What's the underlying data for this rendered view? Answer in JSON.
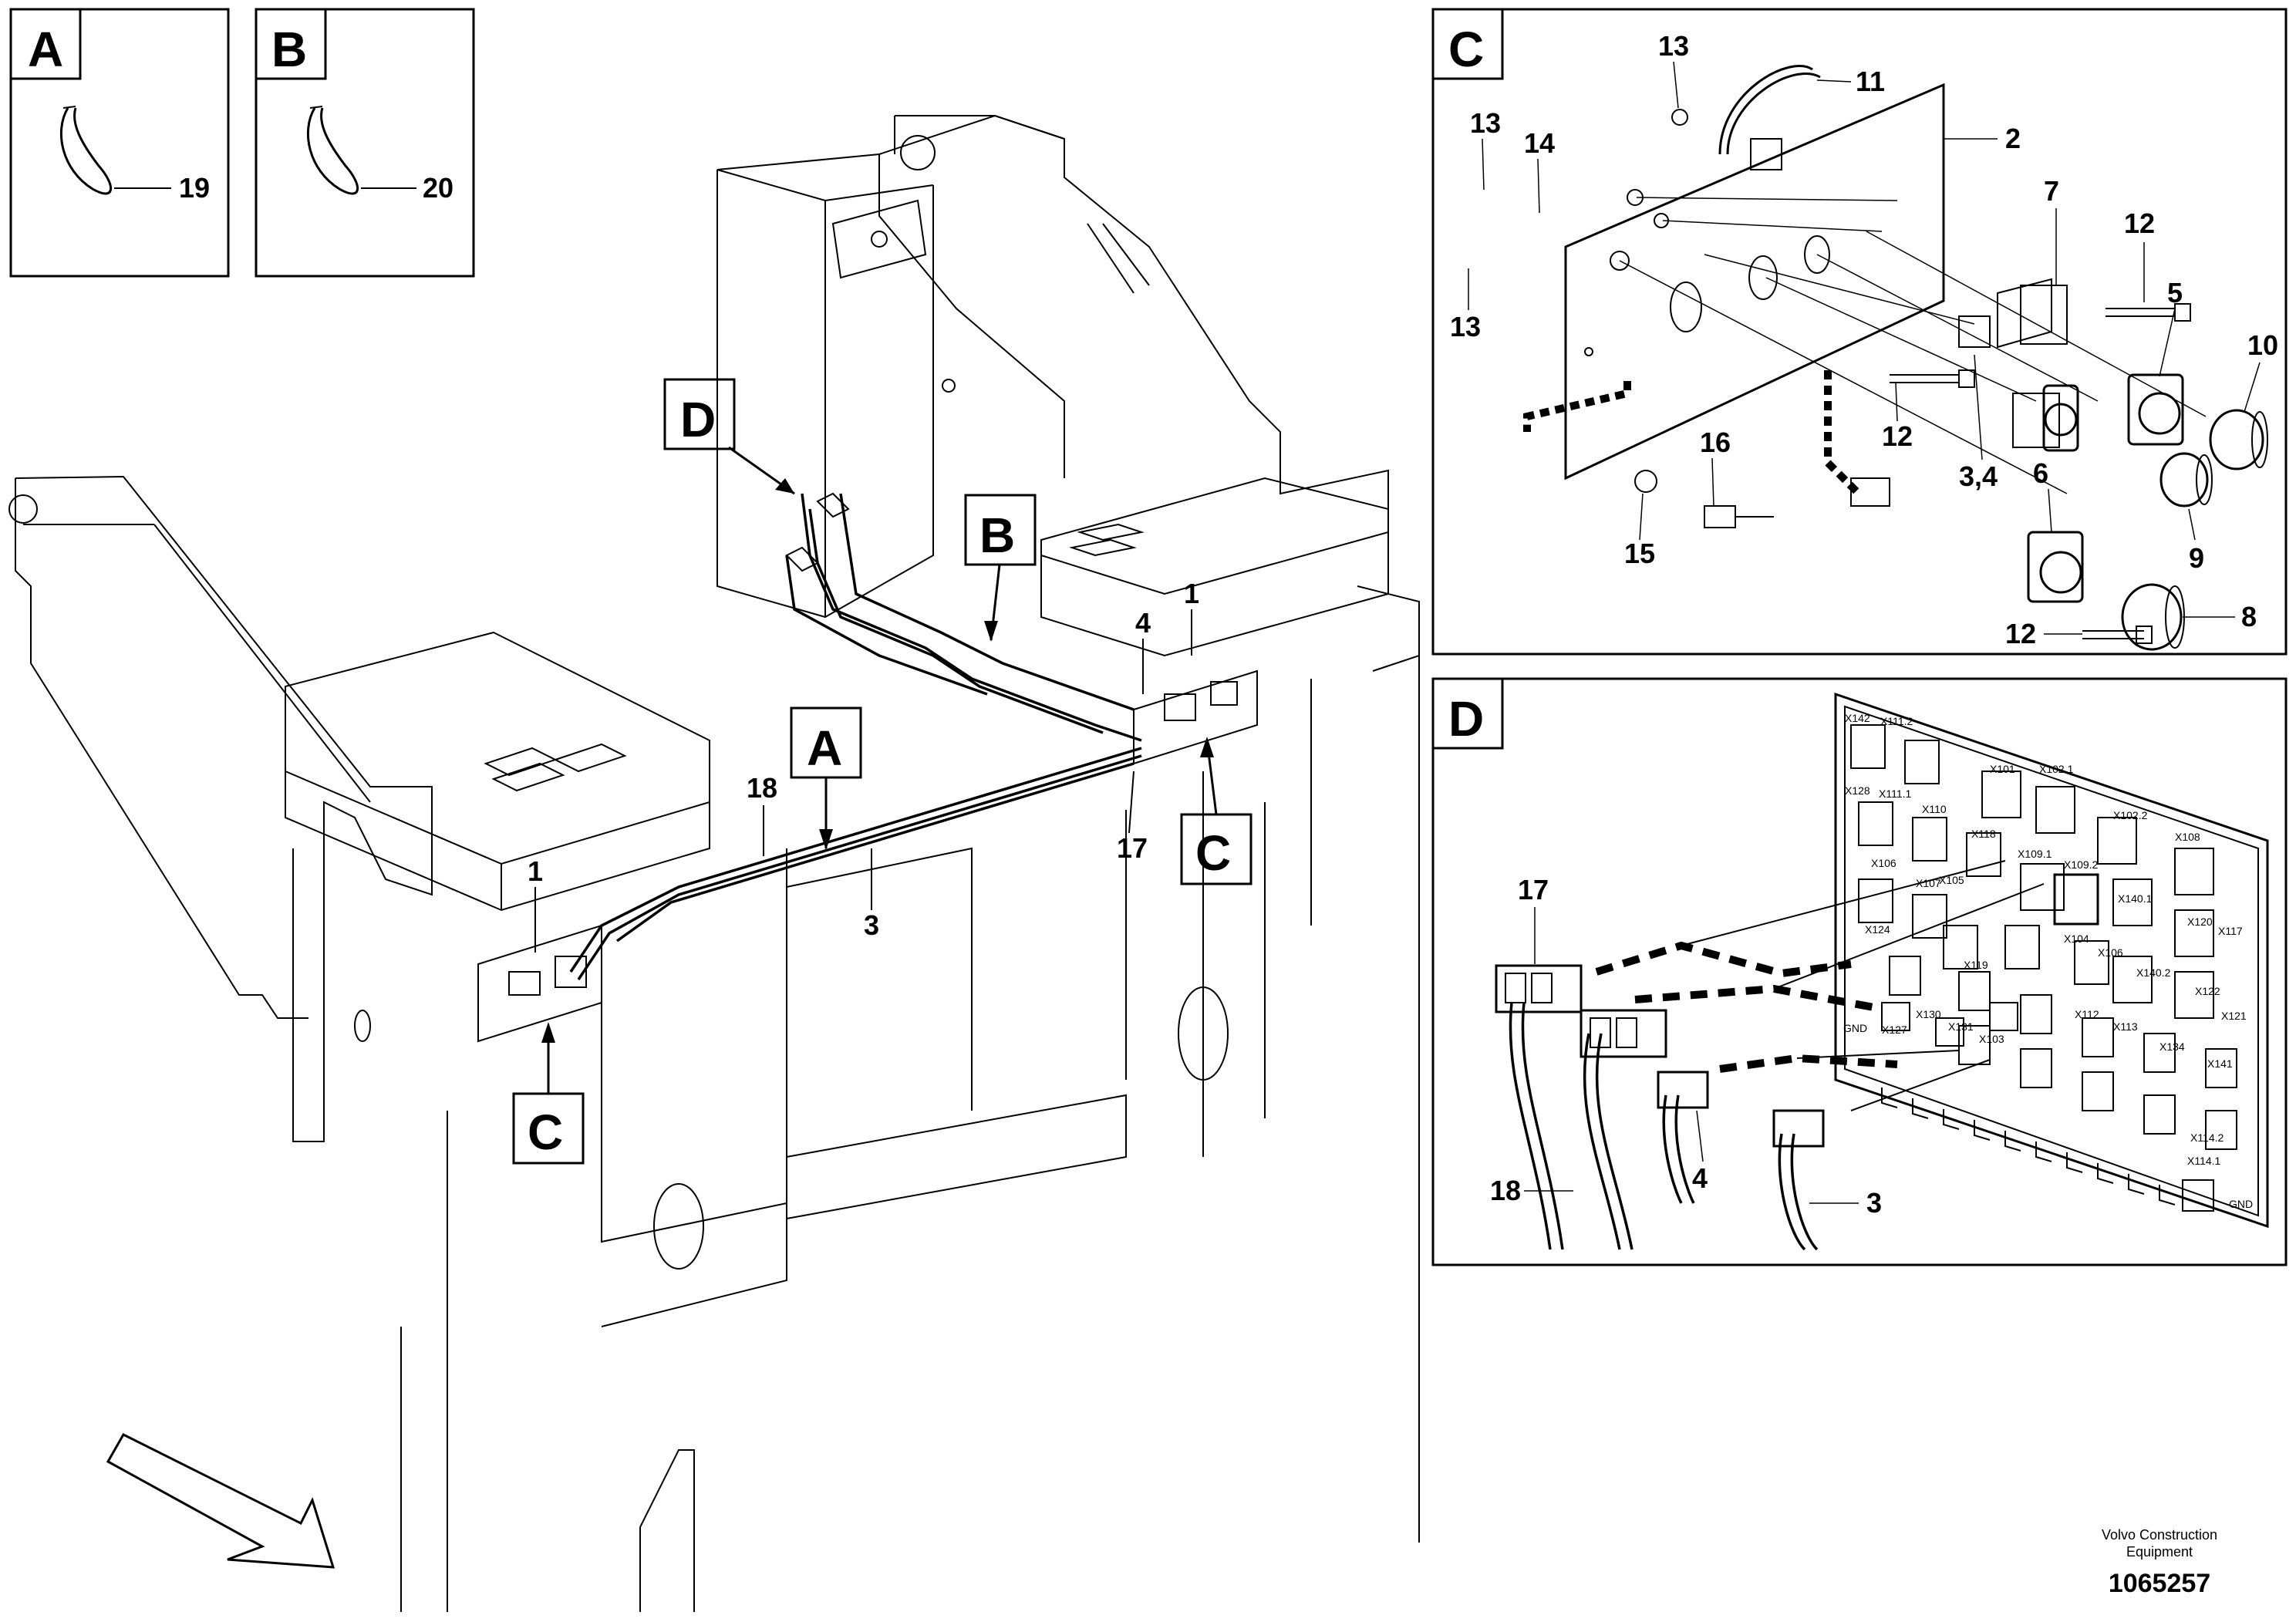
{
  "insets": {
    "A": {
      "letter": "A",
      "item": "19"
    },
    "B": {
      "letter": "B",
      "item": "20"
    },
    "C": {
      "letter": "C",
      "items": [
        "13",
        "11",
        "13",
        "14",
        "2",
        "7",
        "12",
        "5",
        "10",
        "13",
        "16",
        "12",
        "3,4",
        "6",
        "15",
        "9",
        "12",
        "8"
      ]
    },
    "D": {
      "letter": "D",
      "items": [
        "17",
        "18",
        "4",
        "3"
      ]
    }
  },
  "main": {
    "callouts": [
      "D",
      "B",
      "A",
      "C",
      "C"
    ],
    "items": [
      "1",
      "4",
      "17",
      "18",
      "3",
      "1"
    ]
  },
  "board_labels": [
    "X142",
    "X111.2",
    "X101",
    "X102.1",
    "X128",
    "X111.1",
    "X110",
    "X102.2",
    "X108",
    "X106",
    "X118",
    "X109.1",
    "X109.2",
    "X105",
    "X107",
    "X140.1",
    "X120",
    "X117",
    "X124",
    "X104",
    "X106",
    "X140.2",
    "X122",
    "X119",
    "X112",
    "X113",
    "X134",
    "X121",
    "X127",
    "X130",
    "X131",
    "X103",
    "X141",
    "X114.2",
    "X114.1",
    "GND",
    "GND"
  ],
  "footer": {
    "company": "Volvo Construction",
    "company2": "Equipment",
    "docnum": "1065257"
  }
}
